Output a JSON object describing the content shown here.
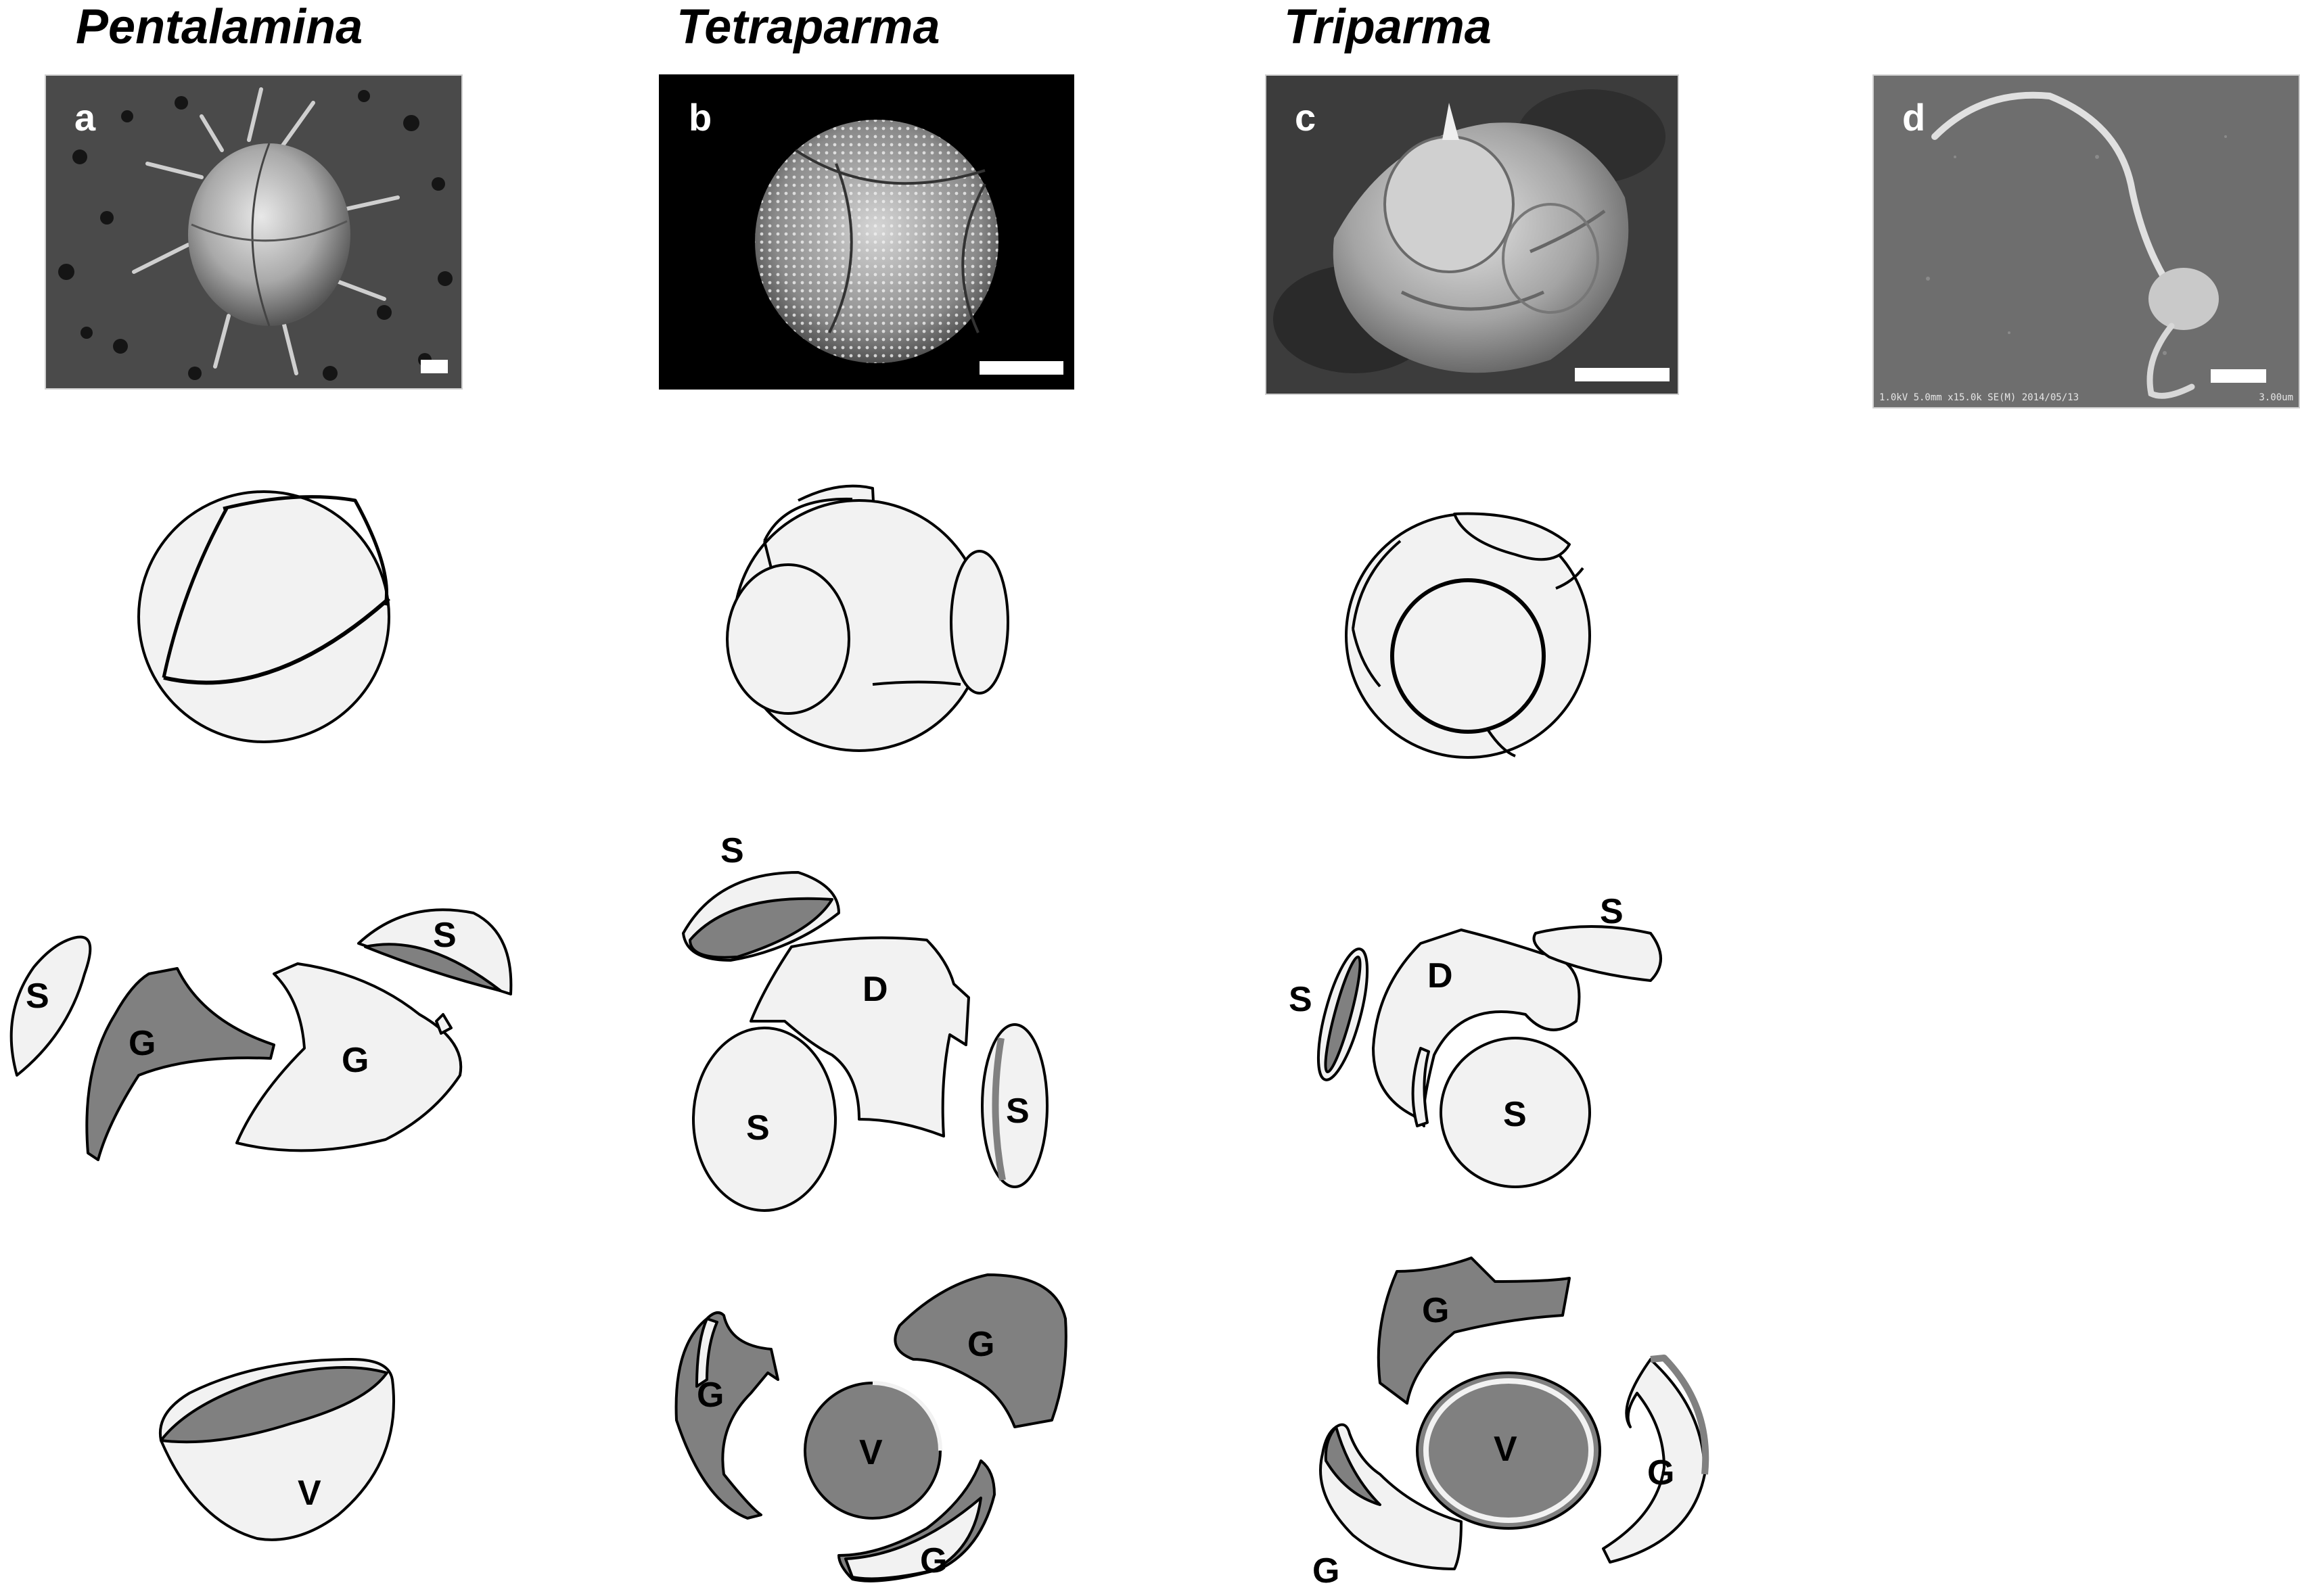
{
  "figure": {
    "genera": [
      {
        "id": "pentalamina",
        "name": "Pentalamina"
      },
      {
        "id": "tetraparma",
        "name": "Tetraparma"
      },
      {
        "id": "triparma",
        "name": "Triparma"
      }
    ],
    "panels": [
      {
        "id": "a",
        "label": "a",
        "genus": "Pentalamina"
      },
      {
        "id": "b",
        "label": "b",
        "genus": "Tetraparma"
      },
      {
        "id": "c",
        "label": "c",
        "genus": "Triparma"
      },
      {
        "id": "d",
        "label": "d",
        "metadata_left": "1.0kV 5.0mm x15.0k SE(M) 2014/05/13",
        "metadata_right": "3.00um"
      }
    ],
    "plate_labels": {
      "pentalamina_exploded": [
        "S",
        "G",
        "G",
        "S"
      ],
      "pentalamina_ventral": [
        "V"
      ],
      "tetraparma_exploded": [
        "S",
        "D",
        "S",
        "S"
      ],
      "tetraparma_ventral": [
        "G",
        "G",
        "V",
        "G"
      ],
      "triparma_exploded": [
        "S",
        "D",
        "S",
        "S"
      ],
      "triparma_ventral": [
        "G",
        "V",
        "G",
        "G"
      ]
    },
    "colors": {
      "plate_light": "#f2f2f2",
      "plate_dark": "#808080",
      "outline": "#000000"
    }
  }
}
